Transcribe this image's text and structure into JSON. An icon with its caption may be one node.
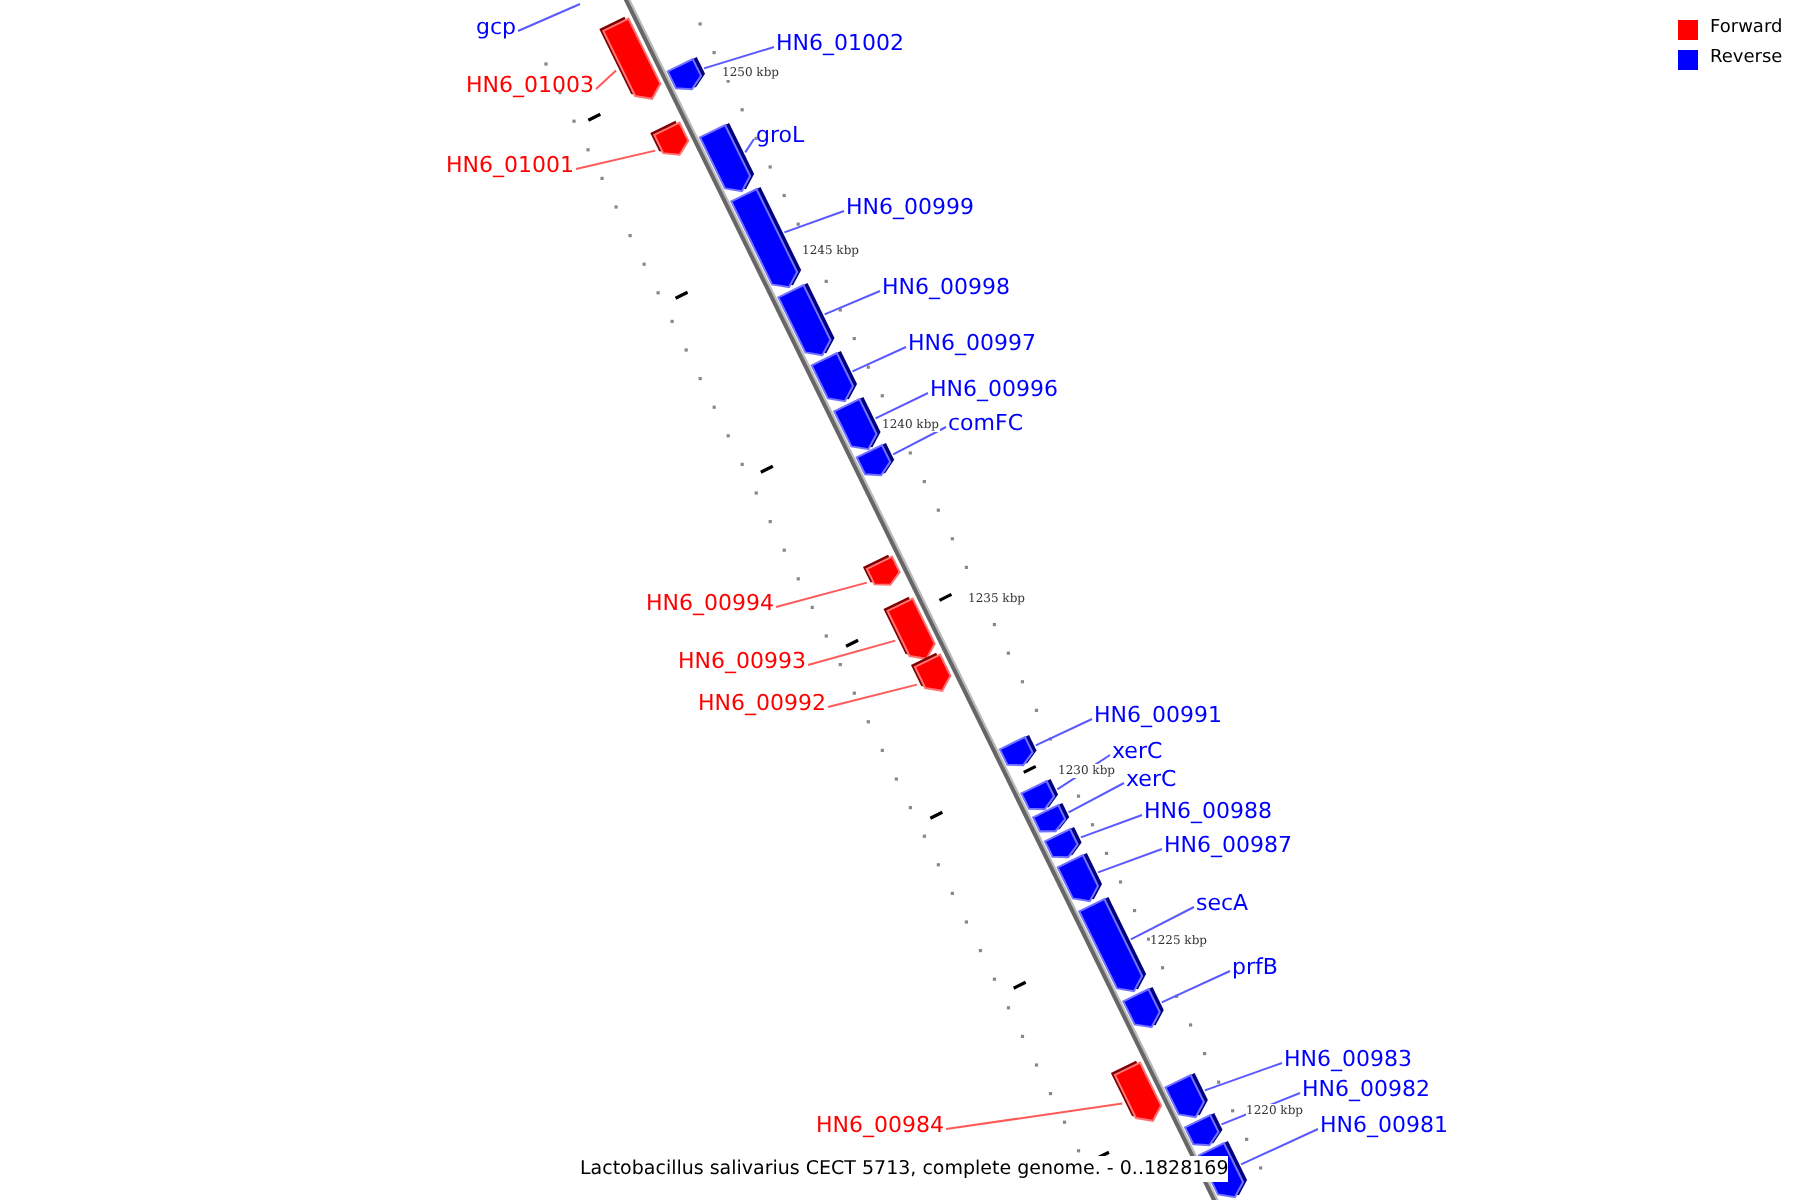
{
  "diagram": {
    "caption": "Lactobacillus salivarius CECT 5713, complete genome. - 0..1828169",
    "nodes": [
      {
        "text": [
          "gcp"
        ]
      },
      {
        "text": [
          "HN6_01003"
        ]
      },
      {
        "text": [],
        "shape": "box"
      },
      {
        "text": [
          "HN6_01002"
        ]
      },
      {
        "text": [],
        "shape": "box"
      },
      {
        "text": [
          "HN6_01001"
        ]
      },
      {
        "text": [],
        "shape": "box"
      },
      {
        "text": [
          "groL"
        ]
      },
      {
        "text": [],
        "shape": "box"
      },
      {
        "text": [
          "HN6_00999"
        ]
      },
      {
        "text": [],
        "shape": "box"
      },
      {
        "text": [
          "HN6_00998"
        ]
      },
      {
        "text": [],
        "shape": "box"
      },
      {
        "text": [
          "HN6_00997"
        ]
      },
      {
        "text": [],
        "shape": "box"
      },
      {
        "text": [
          "HN6_00996"
        ]
      },
      {
        "text": [],
        "shape": "box"
      },
      {
        "text": [
          "comFC"
        ]
      },
      {
        "text": [],
        "shape": "box"
      },
      {
        "text": [
          "HN6_00994"
        ]
      },
      {
        "text": [],
        "shape": "box"
      },
      {
        "text": [
          "HN6_00993"
        ]
      },
      {
        "text": [],
        "shape": "box"
      },
      {
        "text": [
          "HN6_00992"
        ]
      },
      {
        "text": [],
        "shape": "box"
      },
      {
        "text": [
          "HN6_00991"
        ]
      },
      {
        "text": [],
        "shape": "box"
      },
      {
        "text": [
          "xerC"
        ]
      },
      {
        "text": [],
        "shape": "box"
      },
      {
        "text": [
          "xerC"
        ]
      },
      {
        "text": [],
        "shape": "box"
      },
      {
        "text": [
          "HN6_00988"
        ]
      },
      {
        "text": [],
        "shape": "box"
      },
      {
        "text": [
          "HN6_00987"
        ]
      },
      {
        "text": [],
        "shape": "box"
      },
      {
        "text": [
          "secA"
        ]
      },
      {
        "text": [],
        "shape": "box"
      },
      {
        "text": [
          "prfB"
        ]
      },
      {
        "text": [],
        "shape": "box"
      },
      {
        "text": [
          "HN6_00984"
        ]
      },
      {
        "text": [],
        "shape": "box"
      },
      {
        "text": [
          "HN6_00983"
        ]
      },
      {
        "text": [],
        "shape": "box"
      },
      {
        "text": [
          "HN6_00982"
        ]
      },
      {
        "text": [],
        "shape": "box"
      },
      {
        "text": [
          "HN6_00981"
        ]
      },
      {
        "text": [],
        "shape": "box"
      }
    ],
    "edges": [
      {
        "from": 0,
        "to": null,
        "arrow": "none"
      },
      {
        "from": 1,
        "to": 2,
        "arrow": "none",
        "color": "#ff5959"
      },
      {
        "from": 3,
        "to": 4,
        "arrow": "none"
      },
      {
        "from": 5,
        "to": 6,
        "arrow": "none",
        "color": "#ff5959"
      },
      {
        "from": 7,
        "to": 8,
        "arrow": "none"
      },
      {
        "from": 9,
        "to": 10,
        "arrow": "none"
      },
      {
        "from": 11,
        "to": 12,
        "arrow": "none"
      },
      {
        "from": 13,
        "to": 14,
        "arrow": "none"
      },
      {
        "from": 15,
        "to": 16,
        "arrow": "none"
      },
      {
        "from": 17,
        "to": 18,
        "arrow": "none"
      },
      {
        "from": 19,
        "to": 20,
        "arrow": "none",
        "color": "#ff5959"
      },
      {
        "from": 21,
        "to": 22,
        "arrow": "none",
        "color": "#ff5959"
      },
      {
        "from": 23,
        "to": 24,
        "arrow": "none",
        "color": "#ff5959"
      },
      {
        "from": 25,
        "to": 26,
        "arrow": "none"
      },
      {
        "from": 27,
        "to": 28,
        "arrow": "none"
      },
      {
        "from": 29,
        "to": 30,
        "arrow": "none"
      },
      {
        "from": 31,
        "to": 32,
        "arrow": "none"
      },
      {
        "from": 33,
        "to": 34,
        "arrow": "none"
      },
      {
        "from": 35,
        "to": 36,
        "arrow": "none"
      },
      {
        "from": 37,
        "to": 38,
        "arrow": "none"
      },
      {
        "from": 39,
        "to": 40,
        "arrow": "none",
        "color": "#ff5959"
      },
      {
        "from": 41,
        "to": 42,
        "arrow": "none"
      },
      {
        "from": 43,
        "to": 44,
        "arrow": "none"
      },
      {
        "from": 45,
        "to": 46,
        "arrow": "none"
      }
    ],
    "labels": [
      "1250 kbp",
      "1245 kbp",
      "1240 kbp",
      "1235 kbp",
      "1230 kbp",
      "1225 kbp",
      "1220 kbp"
    ],
    "legend": [
      {
        "text": "Forward",
        "color": "#ff0000"
      },
      {
        "text": "Reverse",
        "color": "#0000ff"
      }
    ]
  }
}
